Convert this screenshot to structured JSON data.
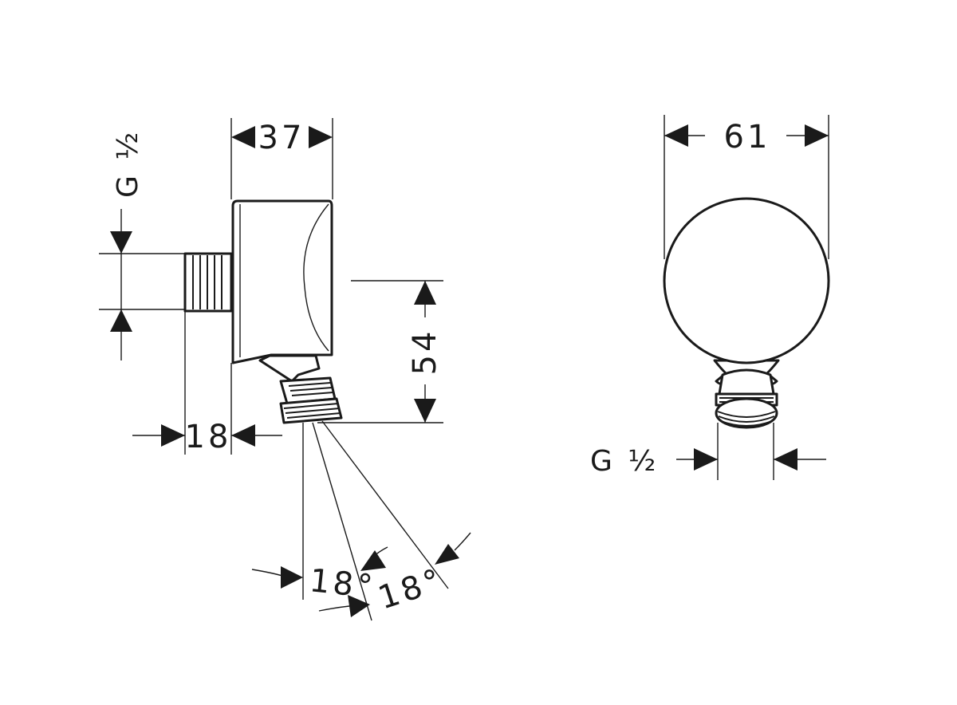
{
  "dimensions": {
    "depth": "37",
    "height": "54",
    "wall_offset": "18",
    "width": "61",
    "thread_side": "G ½",
    "thread_front": "G ½",
    "swivel_left": "18°",
    "swivel_right": "18°"
  },
  "colors": {
    "line": "#1a1a1a",
    "background": "#ffffff"
  }
}
